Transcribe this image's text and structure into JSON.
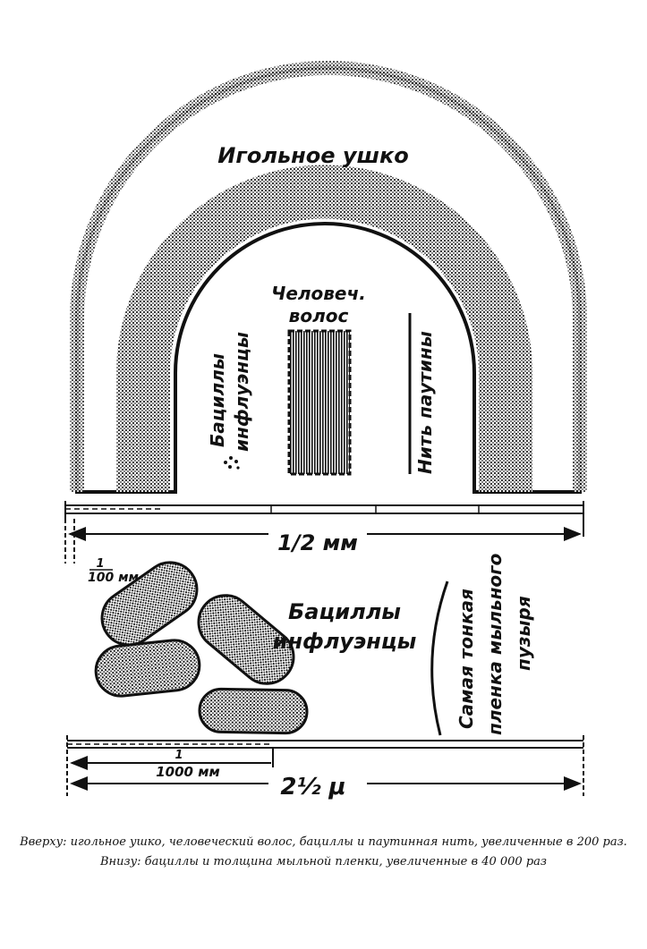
{
  "top_figure": {
    "eye_label": "Игольное ушко",
    "hair_label_line1": "Человеч.",
    "hair_label_line2": "волос",
    "bacilli_label_line1": "Бациллы",
    "bacilli_label_line2": "инфлуэнцы",
    "web_label": "Нить паутины",
    "scale_label": "1/2 мм",
    "small_scale_label_num": "1",
    "small_scale_label_den": "100 мм"
  },
  "bottom_figure": {
    "bacilli_label_line1": "Бациллы",
    "bacilli_label_line2": "инфлуэнцы",
    "film_label_line1": "Самая тонкая",
    "film_label_line2": "пленка мыльного",
    "film_label_line3": "пузыря",
    "small_scale_label_num": "1",
    "small_scale_label_den": "1000 мм",
    "scale_label": "2½ μ"
  },
  "caption": {
    "line1": "Вверху: игольное ушко, человеческий волос, бациллы и паутинная нить, увеличенные в 200 раз.",
    "line2": "Внизу: бациллы и толщина мыльной пленки, увеличенные в 40 000 раз"
  }
}
